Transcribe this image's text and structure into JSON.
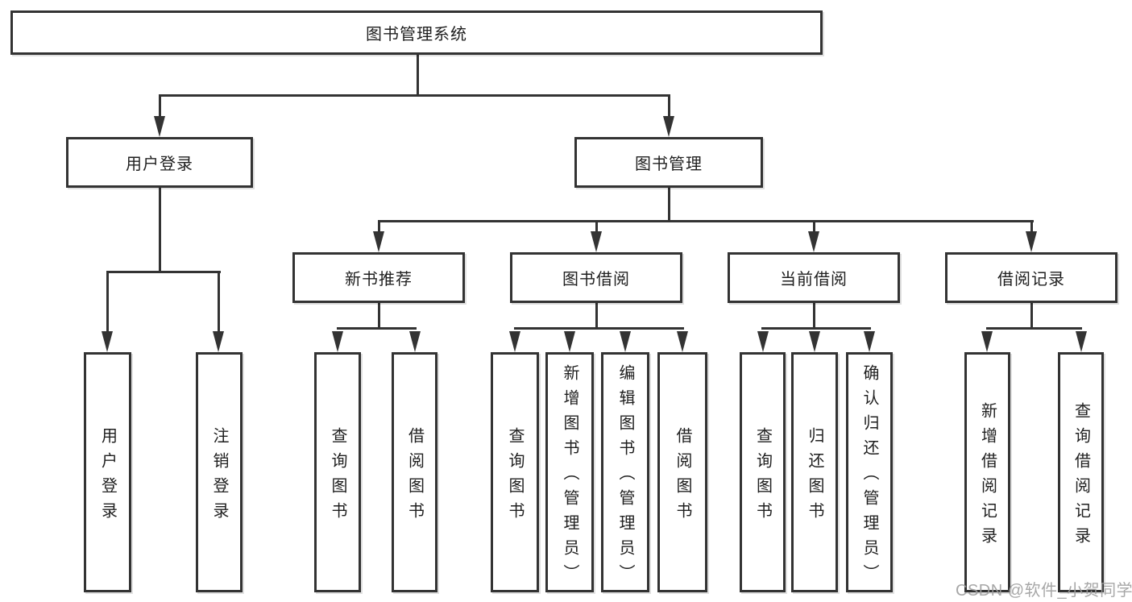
{
  "diagram": {
    "root": {
      "label": "图书管理系统"
    },
    "level2": {
      "user_login": {
        "label": "用户登录"
      },
      "book_management": {
        "label": "图书管理"
      }
    },
    "level3": {
      "new_book_recommend": {
        "label": "新书推荐"
      },
      "book_borrow": {
        "label": "图书借阅"
      },
      "current_borrow": {
        "label": "当前借阅"
      },
      "borrow_records": {
        "label": "借阅记录"
      }
    },
    "leaves": {
      "user_login": [
        "用户登录",
        "注销登录"
      ],
      "new_book_recommend": [
        "查询图书",
        "借阅图书"
      ],
      "book_borrow": [
        "查询图书",
        "新增图书（管理员）",
        "编辑图书（管理员）",
        "借阅图书"
      ],
      "current_borrow": [
        "查询图书",
        "归还图书",
        "确认归还（管理员）"
      ],
      "borrow_records": [
        "新增借阅记录",
        "查询借阅记录"
      ]
    }
  },
  "watermark": {
    "text": "CSDN @软件_小贺同学"
  },
  "colors": {
    "line": "#333333",
    "text": "#1f1f1f",
    "watermark": "#9e9e9e",
    "background": "#ffffff"
  }
}
